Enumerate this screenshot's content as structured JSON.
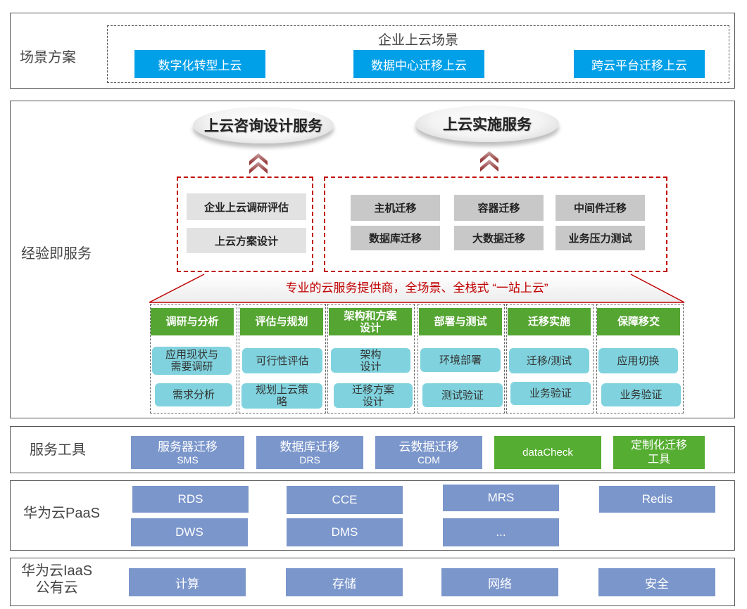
{
  "rows": {
    "scenario": "场景方案",
    "experience": "经验即服务",
    "tools": "服务工具",
    "paas": "华为云PaaS",
    "iaas_line1": "华为云IaaS",
    "iaas_line2": "公有云"
  },
  "scenarios": {
    "title": "企业上云场景",
    "items": [
      "数字化转型上云",
      "数据中心迁移上云",
      "跨云平台迁移上云"
    ]
  },
  "services": {
    "consulting": "上云咨询设计服务",
    "implementation": "上云实施服务",
    "consulting_items": [
      "企业上云调研评估",
      "上云方案设计"
    ],
    "implementation_items": [
      "主机迁移",
      "容器迁移",
      "中间件迁移",
      "数据库迁移",
      "大数据迁移",
      "业务压力测试"
    ]
  },
  "slogan": "专业的云服务提供商，全场景、全栈式 “一站上云”",
  "phases": [
    {
      "title": "调研与分析",
      "items": [
        "应用现状与\n需要调研",
        "需求分析"
      ]
    },
    {
      "title": "评估与规划",
      "items": [
        "可行性评估",
        "规划上云策\n略"
      ]
    },
    {
      "title": "架构和方案\n设计",
      "items": [
        "架构\n设计",
        "迁移方案\n设计"
      ]
    },
    {
      "title": "部署与测试",
      "items": [
        "环境部署",
        "测试验证"
      ]
    },
    {
      "title": "迁移实施",
      "items": [
        "迁移/测试",
        "业务验证"
      ]
    },
    {
      "title": "保障移交",
      "items": [
        "应用切换",
        "业务验证"
      ]
    }
  ],
  "tools": [
    {
      "name": "服务器迁移",
      "code": "SMS"
    },
    {
      "name": "数据库迁移",
      "code": "DRS"
    },
    {
      "name": "云数据迁移",
      "code": "CDM"
    },
    {
      "name": "dataCheck",
      "code": ""
    },
    {
      "name": "定制化迁移",
      "code": "工具"
    }
  ],
  "paas": [
    "RDS",
    "CCE",
    "MRS",
    "Redis",
    "DWS",
    "DMS",
    "..."
  ],
  "iaas": [
    "计算",
    "存储",
    "网络",
    "安全"
  ],
  "colors": {
    "scenario_blue": "#00a0e9",
    "phase_green": "#55a532",
    "item_cyan": "#80d3de",
    "tool_blue": "#7b96cb",
    "accent_red": "#c00000"
  }
}
